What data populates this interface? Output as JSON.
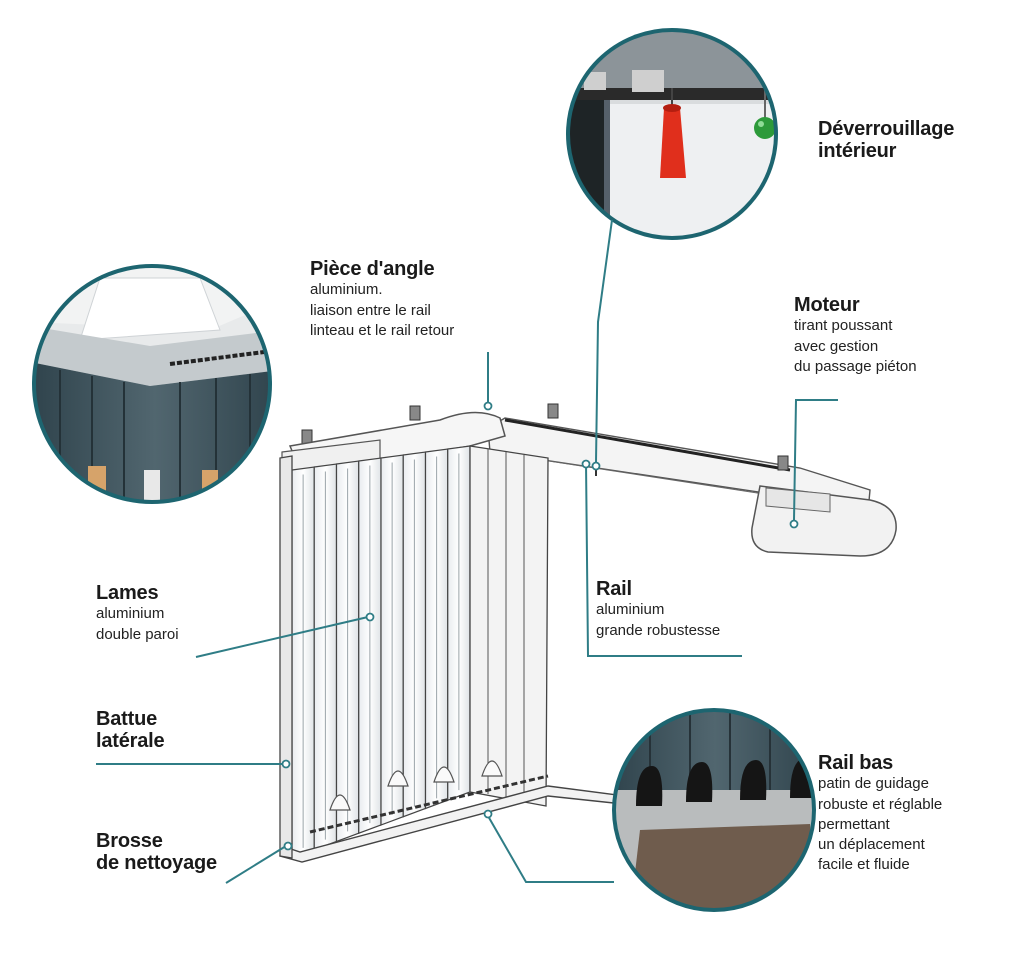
{
  "colors": {
    "leader": "#2f7d86",
    "circle_border": "#1d6570",
    "slat_grey": "#3f5560",
    "frame_white": "#f6f6f6",
    "line_dark": "#444444"
  },
  "callouts": {
    "deverrouillage": {
      "title": "Déverrouillage\nintérieur",
      "desc": ""
    },
    "piece_angle": {
      "title": "Pièce d'angle",
      "desc": "aluminium.\nliaison entre le rail\nlinteau et le rail retour"
    },
    "moteur": {
      "title": "Moteur",
      "desc": "tirant poussant\navec gestion\ndu passage piéton"
    },
    "lames": {
      "title": "Lames",
      "desc": "aluminium\ndouble paroi"
    },
    "rail": {
      "title": "Rail",
      "desc": "aluminium\ngrande robustesse"
    },
    "battue": {
      "title": "Battue\nlatérale",
      "desc": ""
    },
    "rail_bas": {
      "title": "Rail bas",
      "desc": "patin de guidage\nrobuste et réglable\npermettant\nun déplacement\nfacile et fluide"
    },
    "brosse": {
      "title": "Brosse\nde nettoyage",
      "desc": ""
    }
  },
  "icons": {
    "unlock_photo": "detail-photo-unlock-handles",
    "corner_photo": "detail-photo-corner-piece",
    "bottom_rail_photo": "detail-photo-bottom-rail"
  }
}
